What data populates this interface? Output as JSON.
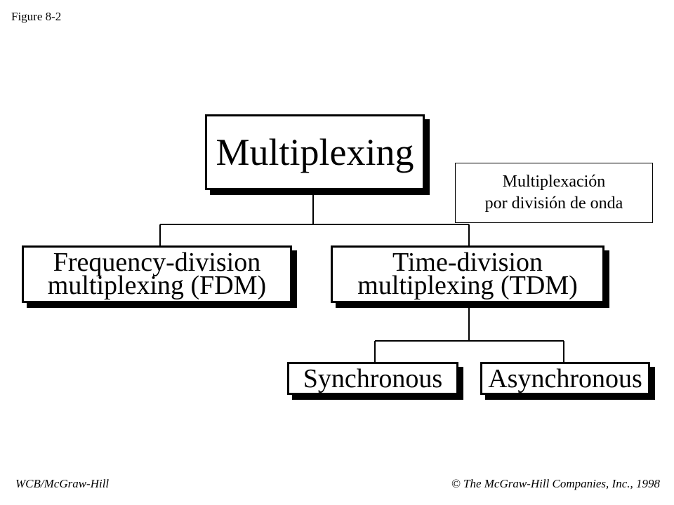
{
  "figure_label": "Figure 8-2",
  "tree": {
    "root": "Multiplexing",
    "fdm": "Frequency-division\nmultiplexing (FDM)",
    "tdm": "Time-division\nmultiplexing (TDM)",
    "synchronous": "Synchronous",
    "asynchronous": "Asynchronous"
  },
  "annotation": {
    "line1": "Multiplexación",
    "line2": "por división de onda"
  },
  "footer": {
    "left": "WCB/McGraw-Hill",
    "right": "© The McGraw-Hill Companies, Inc., 1998"
  }
}
